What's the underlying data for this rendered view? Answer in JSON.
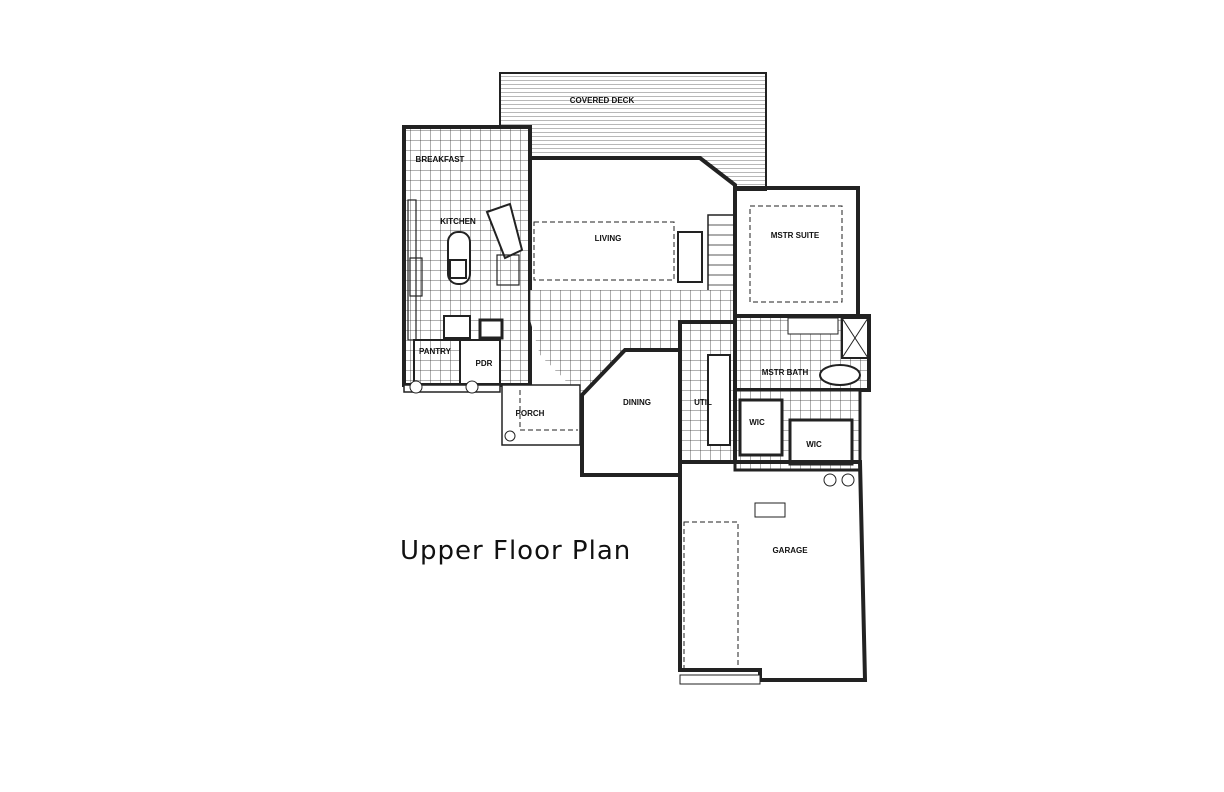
{
  "plan": {
    "title": "Upper Floor Plan",
    "rooms": {
      "covered_deck": "COVERED DECK",
      "breakfast": "BREAKFAST",
      "kitchen": "KITCHEN",
      "living": "LIVING",
      "mstr_suite": "MSTR SUITE",
      "pantry": "PANTRY",
      "pdr": "PDR",
      "porch": "PORCH",
      "dining": "DINING",
      "util": "UTIL",
      "mstr_bath": "MSTR BATH",
      "wic_1": "WIC",
      "wic_2": "WIC",
      "garage": "GARAGE"
    }
  }
}
